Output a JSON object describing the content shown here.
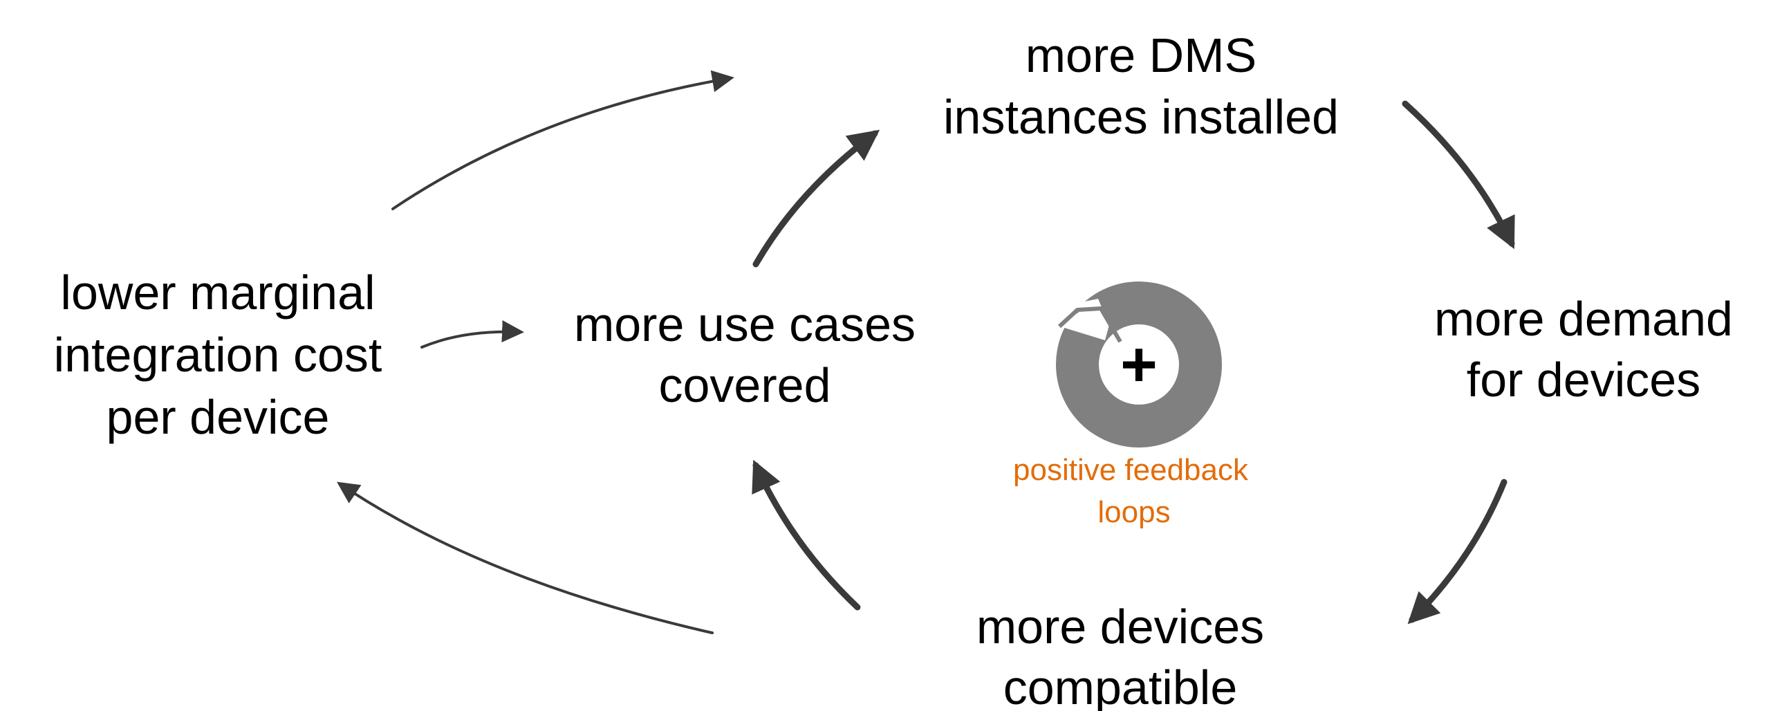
{
  "colors": {
    "text": "#000000",
    "arrow": "#3a3a3a",
    "badge_ring": "#808080",
    "badge_center": "#ffffff",
    "legend": "#e36c09"
  },
  "nodes": {
    "dms_installed": {
      "line1": "more DMS",
      "line2": "instances installed"
    },
    "demand_devices": {
      "line1": "more demand",
      "line2": "for devices"
    },
    "devices_compatible": {
      "line1": "more devices",
      "line2": "compatible"
    },
    "use_cases": {
      "line1": "more use cases",
      "line2": "covered"
    },
    "marginal_cost": {
      "line1": "lower marginal",
      "line2": "integration cost",
      "line3": "per device"
    }
  },
  "badge": {
    "symbol": "+",
    "icon": "loop-plus-icon",
    "label_line1": "positive feedback",
    "label_line2": "loops"
  }
}
